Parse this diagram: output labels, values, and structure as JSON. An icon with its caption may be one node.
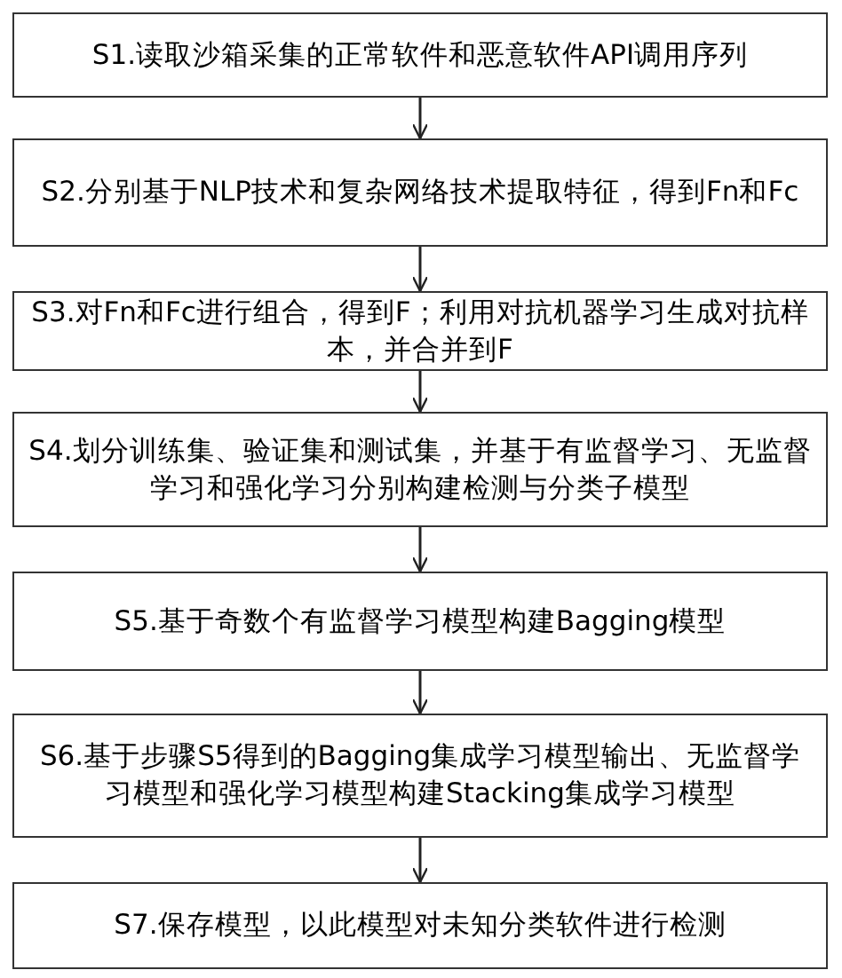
{
  "diagram": {
    "nodes": [
      {
        "text": [
          "S1.读取沙箱采集的正常软件和恶意软件API调用序列"
        ]
      },
      {
        "text": [
          "S2.分别基于NLP技术和复杂网络技术提取特征，得到Fn和Fc"
        ]
      },
      {
        "text": [
          "S3.对Fn和Fc进行组合，得到F；利用对抗机器学习生成对抗样本，并合并到F"
        ]
      },
      {
        "text": [
          "S4.划分训练集、验证集和测试集，并基于有监督学习、无监督学习和强化学习分别构建检测与分类子模型"
        ]
      },
      {
        "text": [
          "S5.基于奇数个有监督学习模型构建Bagging模型"
        ]
      },
      {
        "text": [
          "S6.基于步骤S5得到的Bagging集成学习模型输出、无监督学习模型和强化学习模型构建Stacking集成学习模型"
        ]
      },
      {
        "text": [
          "S7.保存模型，以此模型对未知分类软件进行检测"
        ]
      }
    ],
    "edges": [
      {
        "from": 0,
        "to": 1,
        "arrow": "to"
      },
      {
        "from": 1,
        "to": 2,
        "arrow": "to"
      },
      {
        "from": 2,
        "to": 3,
        "arrow": "to"
      },
      {
        "from": 3,
        "to": 4,
        "arrow": "to"
      },
      {
        "from": 4,
        "to": 5,
        "arrow": "to"
      },
      {
        "from": 5,
        "to": 6,
        "arrow": "to"
      }
    ]
  }
}
